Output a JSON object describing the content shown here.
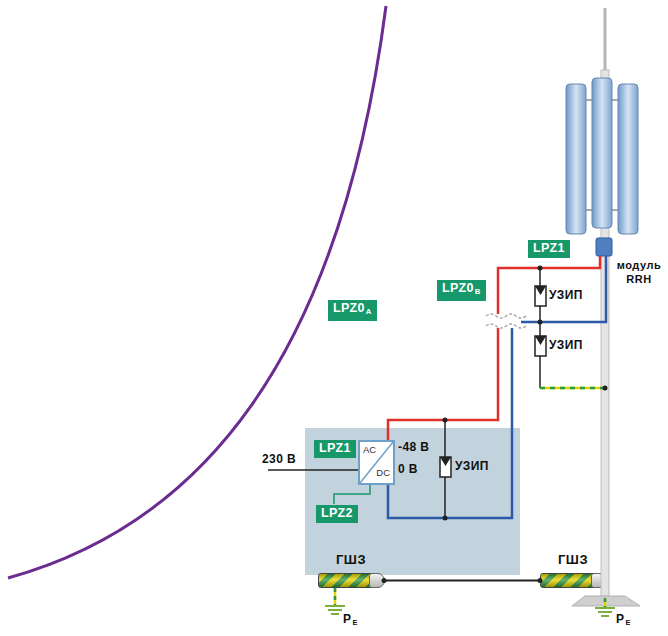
{
  "diagram": {
    "nodes": [
      {
        "text": [
          "LPZ0A"
        ]
      },
      {
        "text": [
          "LPZ1"
        ]
      },
      {
        "text": [
          "LPZ0B"
        ]
      },
      {
        "text": [
          "LPZ1"
        ]
      },
      {
        "text": [
          "AC",
          "DC"
        ],
        "in": 3
      },
      {
        "text": [
          "LPZ2"
        ],
        "in": 3
      },
      {
        "text": [
          "ГШЗ"
        ],
        "in": 3
      },
      {
        "text": [
          "ГШЗ"
        ]
      }
    ],
    "edges": [
      {
        "from": 6,
        "to": 7,
        "arrow": "none"
      }
    ],
    "labels": [
      "модуль RRH",
      "УЗИП",
      "УЗИП",
      "УЗИП",
      "230 В",
      "-48 В",
      "0 В",
      "PE",
      "PE"
    ]
  }
}
